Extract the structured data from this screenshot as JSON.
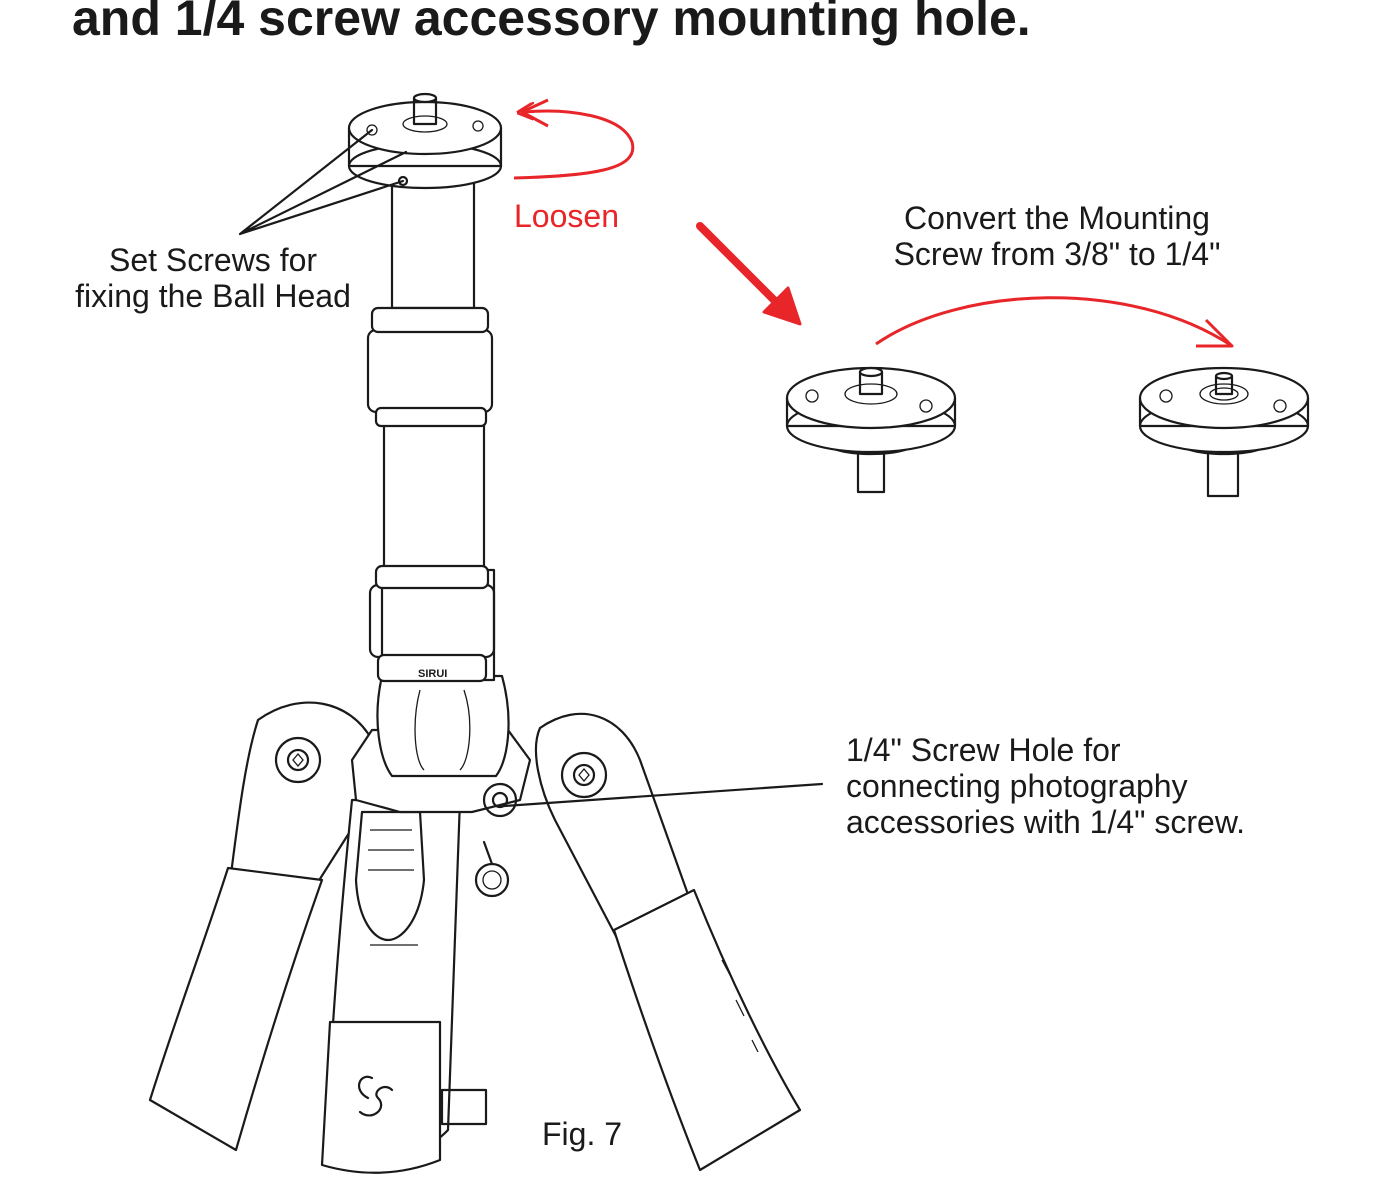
{
  "heading": "and 1/4 screw accessory mounting hole.",
  "labels": {
    "set_screws": [
      "Set Screws for",
      "fixing the Ball Head"
    ],
    "loosen": "Loosen",
    "convert": [
      "Convert the Mounting",
      "Screw from 3/8\" to 1/4\""
    ],
    "screw_hole": [
      "1/4\" Screw Hole for",
      "connecting photography",
      "accessories with 1/4\" screw."
    ],
    "figure": "Fig. 7"
  },
  "brand_marks": [
    "SIRUI",
    "S"
  ],
  "colors": {
    "annotation_red": "#e8262a",
    "line_art": "#1a1a1a",
    "background": "#ffffff"
  }
}
